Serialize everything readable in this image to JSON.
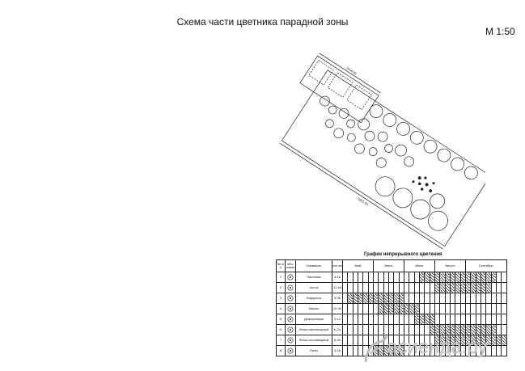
{
  "header": {
    "title": "Схема части цветника парадной зоны",
    "scale": "М 1:50"
  },
  "plan": {
    "dim_top": "2434.05",
    "dim_bottom": "5601.95"
  },
  "graph": {
    "title": "График непрерывного цветения",
    "headers": {
      "num": "№ п/п",
      "symbol": "обо-значе",
      "name": "Название",
      "qty": "кол-во"
    },
    "months": [
      "Май",
      "Июнь",
      "Июль",
      "Август",
      "Сентябрь"
    ],
    "rows": [
      {
        "num": "1",
        "icon": "lily-icon",
        "name": "Лилейник",
        "qty": "4-16",
        "bloom": [
          15,
          16,
          17,
          18,
          19,
          20,
          21,
          22,
          23,
          24,
          25,
          26,
          27,
          28,
          29
        ]
      },
      {
        "num": "2",
        "icon": "hosta-icon",
        "name": "Хоста",
        "qty": "11-44",
        "bloom": [
          18,
          19,
          20,
          21,
          22,
          23,
          24,
          25,
          26,
          27,
          28
        ]
      },
      {
        "num": "3",
        "icon": "daffodil-icon",
        "name": "Нарциссы",
        "qty": "9-36",
        "bloom": [
          1,
          2,
          3,
          4,
          5,
          6,
          7,
          8,
          9,
          10,
          11
        ]
      },
      {
        "num": "4",
        "icon": "iris-icon",
        "name": "Ирисы",
        "qty": "10-40",
        "bloom": [
          7,
          8,
          9,
          10,
          11,
          12,
          13,
          14
        ]
      },
      {
        "num": "5",
        "icon": "delphinium-icon",
        "name": "Дельфиниум",
        "qty": "3-12",
        "bloom": [
          14,
          15,
          16,
          17
        ]
      },
      {
        "num": "6",
        "icon": "phlox-paniculata-icon",
        "name": "Флокс метельчатый",
        "qty": "6-24",
        "bloom": [
          17,
          18,
          19,
          20,
          21,
          22,
          23,
          24,
          25,
          26,
          27,
          28,
          29
        ]
      },
      {
        "num": "7",
        "icon": "phlox-subulata-icon",
        "name": "Флокс шиловидный",
        "qty": "5-20",
        "bloom": [
          18,
          19,
          20,
          21,
          22,
          23,
          24,
          25,
          26,
          27,
          28,
          29,
          30,
          31
        ]
      },
      {
        "num": "8",
        "icon": "peony-icon",
        "name": "Пион",
        "qty": "4-16",
        "bloom": [
          6,
          7,
          8,
          9,
          10,
          11
        ]
      }
    ]
  },
  "watermark": {
    "text": "асиенда.ру"
  }
}
